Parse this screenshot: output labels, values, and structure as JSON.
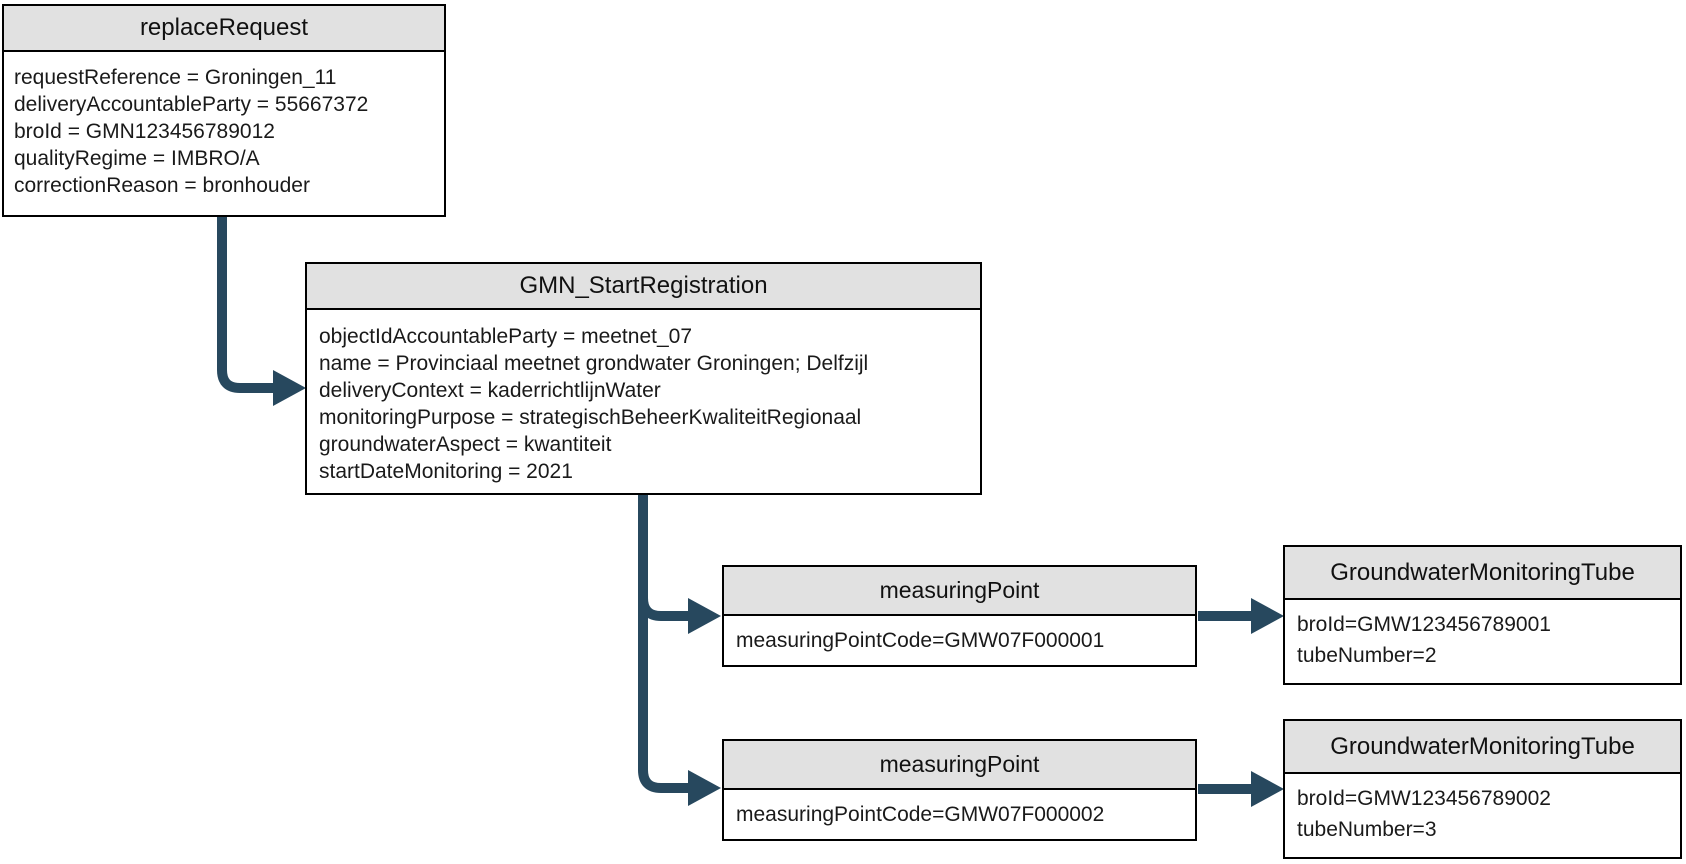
{
  "diagram": {
    "colors": {
      "arrow": "#27485E",
      "header_fill": "#E1E1E1",
      "border": "#000000",
      "body_fill": "#FFFFFF",
      "text": "#1A1A1A"
    },
    "nodes": {
      "replace_request": {
        "title": "replaceRequest",
        "attributes": [
          "requestReference = Groningen_11",
          "deliveryAccountableParty = 55667372",
          "broId = GMN123456789012",
          "qualityRegime = IMBRO/A",
          "correctionReason = bronhouder"
        ]
      },
      "gmn_start_registration": {
        "title": "GMN_StartRegistration",
        "attributes": [
          "objectIdAccountableParty = meetnet_07",
          "name = Provinciaal meetnet grondwater Groningen; Delfzijl",
          "deliveryContext = kaderrichtlijnWater",
          "monitoringPurpose = strategischBeheerKwaliteitRegionaal",
          "groundwaterAspect = kwantiteit",
          "startDateMonitoring = 2021"
        ]
      },
      "measuring_point_1": {
        "title": "measuringPoint",
        "attributes": [
          "measuringPointCode=GMW07F000001"
        ]
      },
      "measuring_point_2": {
        "title": "measuringPoint",
        "attributes": [
          "measuringPointCode=GMW07F000002"
        ]
      },
      "tube_1": {
        "title": "GroundwaterMonitoringTube",
        "attributes": [
          "broId=GMW123456789001",
          "tubeNumber=2"
        ]
      },
      "tube_2": {
        "title": "GroundwaterMonitoringTube",
        "attributes": [
          "broId=GMW123456789002",
          "tubeNumber=3"
        ]
      }
    }
  }
}
